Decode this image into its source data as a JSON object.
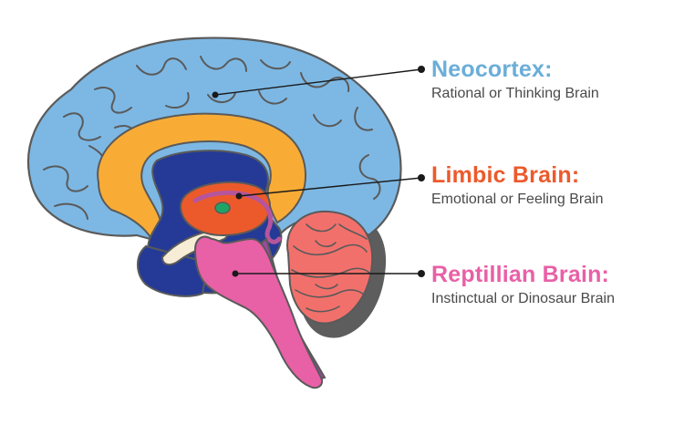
{
  "labels": {
    "neocortex": {
      "title": "Neocortex:",
      "subtitle": "Rational or Thinking Brain",
      "color": "#6aaed8"
    },
    "limbic": {
      "title": "Limbic Brain:",
      "subtitle": "Emotional or Feeling Brain",
      "color": "#ec5a2c"
    },
    "reptillian": {
      "title": "Reptillian Brain:",
      "subtitle": "Instinctual or Dinosaur Brain",
      "color": "#e860a6"
    }
  },
  "colors": {
    "neocortex_fill": "#7db8e4",
    "outline": "#5a5a5a",
    "limbic_band": "#f9ac35",
    "inner_core": "#243a96",
    "limbic_fill": "#ec5a2c",
    "limbic_inner": "#b5559d",
    "amygdala": "#1ea566",
    "brainstem": "#e860a6",
    "brainstem_back": "#9b4a9e",
    "cerebellum": "#f2706b",
    "cerebellum_shadow": "#5d5d5d",
    "commissure": "#f7ecd6",
    "pointer": "#1a1a1a"
  }
}
